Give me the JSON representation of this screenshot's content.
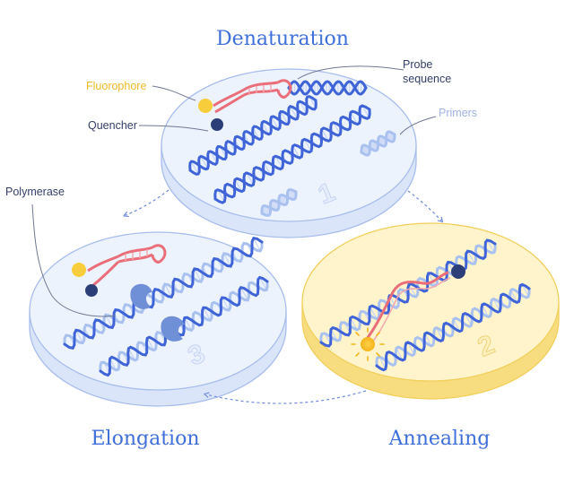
{
  "titles": {
    "denaturation": "Denaturation",
    "annealing": "Annealing",
    "elongation": "Elongation"
  },
  "labels": {
    "fluorophore": "Fluorophore",
    "quencher": "Quencher",
    "probe_line1": "Probe",
    "probe_line2": "sequence",
    "primers": "Primers",
    "polymerase": "Polymerase"
  },
  "step_numbers": {
    "denaturation": "1",
    "annealing": "2",
    "elongation": "3"
  },
  "colors": {
    "title_blue": "#3f6fd8",
    "dna_blue": "#3f64d8",
    "dna_light": "#a9c1ef",
    "probe_red": "#ea6e79",
    "fluorophore": "#f7cd3c",
    "quencher": "#2c3e78",
    "polymerase": "#6f8fd6",
    "disk_blue_top": "#edf3fd",
    "disk_blue_edge": "#a7bdec",
    "disk_yellow_top": "#fff4cc",
    "disk_yellow_edge": "#f2cf5b",
    "label_dark": "#34406a",
    "label_light": "#9fb2e6",
    "label_yellow": "#f0b92a"
  },
  "icons": [
    "fluorophore-dot",
    "quencher-dot",
    "polymerase-shape",
    "cycle-arrow"
  ]
}
